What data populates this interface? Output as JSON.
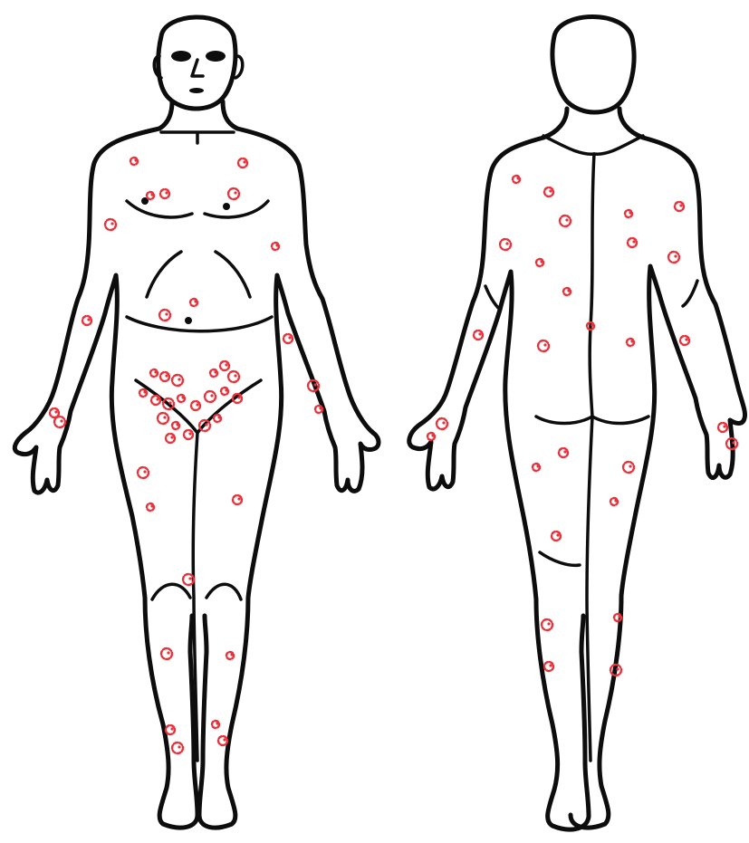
{
  "figure": {
    "views": [
      {
        "id": "front",
        "name": "front-view"
      },
      {
        "id": "back",
        "name": "back-view"
      }
    ],
    "lesion_color": "#e8323c",
    "outline_color": "#0d0d0d",
    "background": "#ffffff"
  }
}
